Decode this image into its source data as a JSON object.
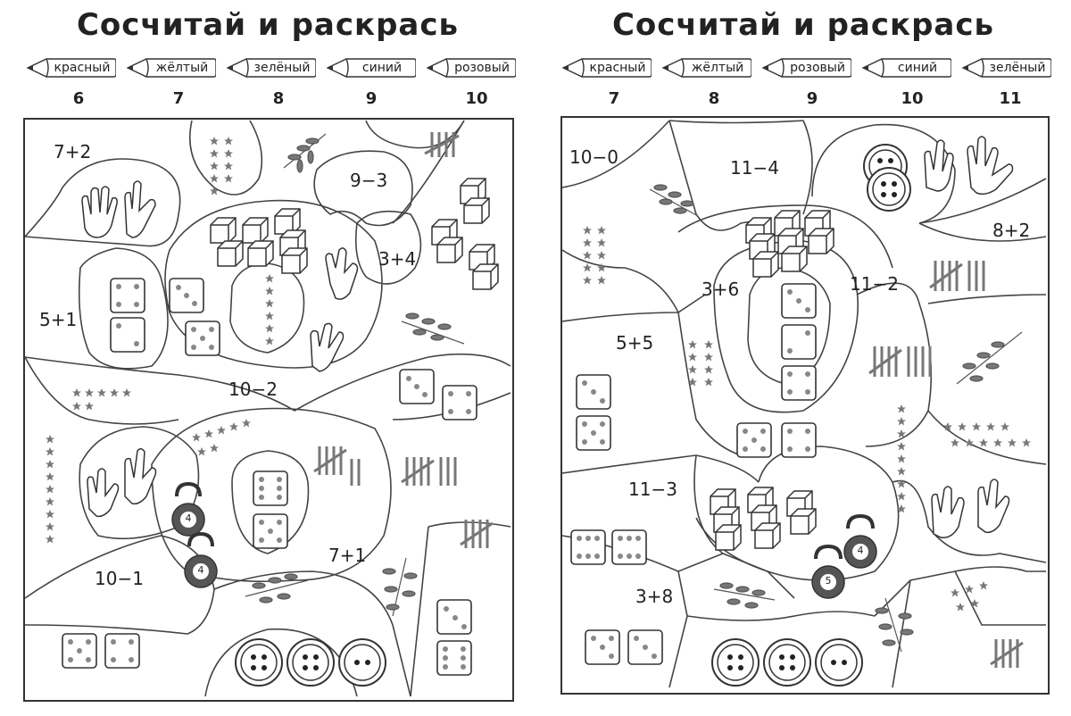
{
  "left": {
    "title": "Сосчитай и раскрась",
    "legend": [
      {
        "color_name": "красный",
        "number": "6"
      },
      {
        "color_name": "жёлтый",
        "number": "7"
      },
      {
        "color_name": "зелёный",
        "number": "8"
      },
      {
        "color_name": "синий",
        "number": "9"
      },
      {
        "color_name": "розовый",
        "number": "10"
      }
    ],
    "expressions": [
      "7+2",
      "9−3",
      "3+4",
      "5+1",
      "10−2",
      "7+1",
      "10−1"
    ],
    "kettlebells": [
      "4",
      "4"
    ]
  },
  "right": {
    "title": "Сосчитай и раскрась",
    "legend": [
      {
        "color_name": "красный",
        "number": "7"
      },
      {
        "color_name": "жёлтый",
        "number": "8"
      },
      {
        "color_name": "розовый",
        "number": "9"
      },
      {
        "color_name": "синий",
        "number": "10"
      },
      {
        "color_name": "зелёный",
        "number": "11"
      }
    ],
    "expressions": [
      "10−0",
      "11−4",
      "8+2",
      "3+6",
      "11−2",
      "5+5",
      "11−3",
      "3+8"
    ],
    "kettlebells": [
      "4",
      "5"
    ]
  },
  "icons": [
    "pencil-icon",
    "star-icon",
    "cube-icon",
    "dice-icon",
    "hand-icon",
    "leaf-icon",
    "button-icon",
    "tally-icon",
    "kettlebell-icon"
  ],
  "colors": {
    "ink": "#222222",
    "gray": "#777777",
    "dark": "#555555"
  }
}
